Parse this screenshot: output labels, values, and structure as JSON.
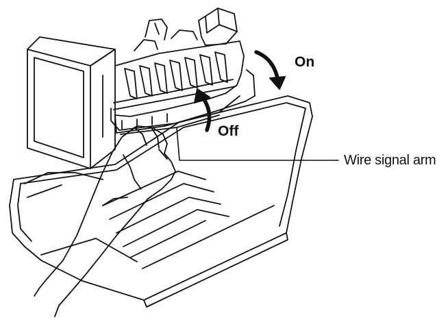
{
  "labels": {
    "on": "On",
    "off": "Off",
    "wire_signal_arm": "Wire signal arm"
  },
  "colors": {
    "line": "#111111",
    "background": "#ffffff"
  },
  "icons": {
    "on_arrow": "curved-arrow-clockwise-down",
    "off_arrow": "curved-arrow-up"
  }
}
